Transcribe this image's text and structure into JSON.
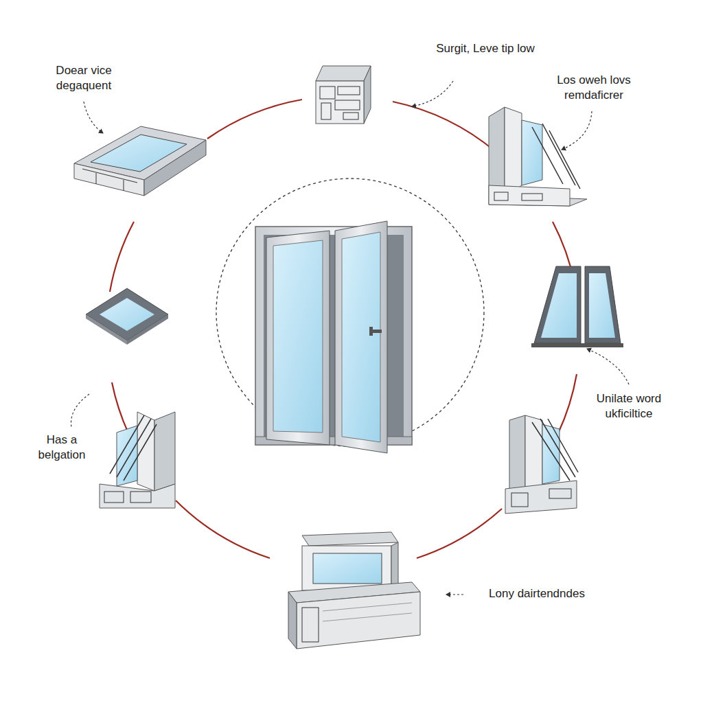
{
  "diagram": {
    "labels": [
      "Doear vice degaquent",
      "Surgit, Leve tip low",
      "Los oweh lovs remdaficrer",
      "Has a belgation",
      "Unilate word ukficiltice",
      "Lony dairtendndes"
    ]
  }
}
